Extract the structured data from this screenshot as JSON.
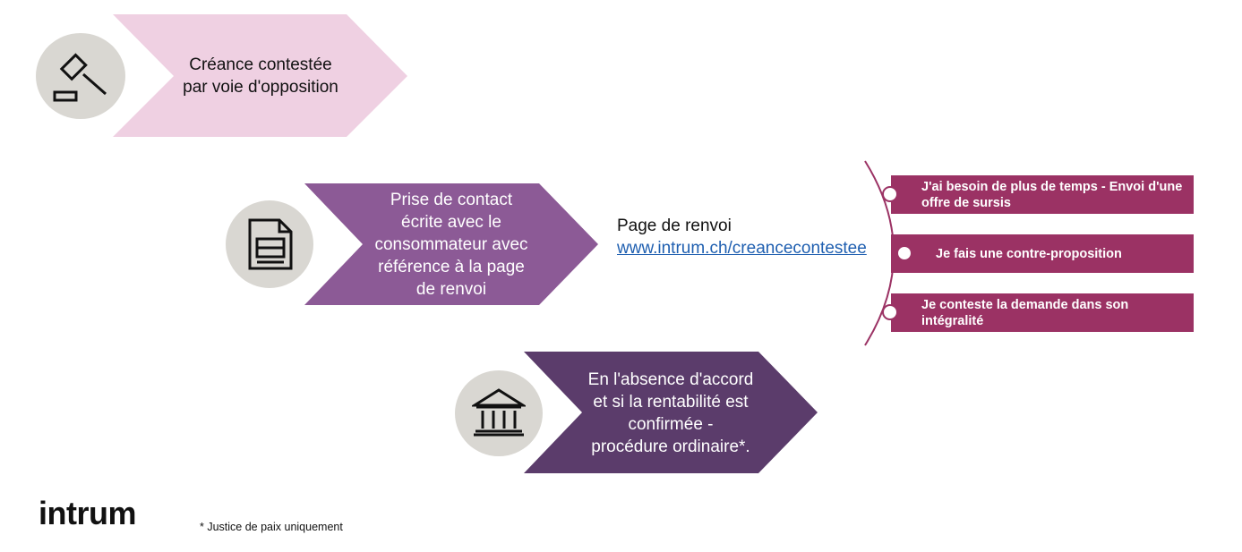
{
  "step1": {
    "text": "Créance contestée\npar voie d'opposition",
    "icon": "gavel-icon",
    "color": "#efd0e2"
  },
  "step2": {
    "text": "Prise de contact\nécrite avec le\nconsommateur avec\nréférence à la page\nde renvoi",
    "icon": "document-icon",
    "color": "#8c5a96"
  },
  "renvoi": {
    "label": "Page de renvoi",
    "link": "www.intrum.ch/creancecontestee"
  },
  "options": [
    {
      "label": "J'ai besoin de plus de temps - Envoi d'une offre de sursis"
    },
    {
      "label": "Je fais une contre-proposition"
    },
    {
      "label": "Je conteste la demande dans son intégralité"
    }
  ],
  "step3": {
    "text": "En l'absence d'accord\net si la rentabilité est\nconfirmée -\nprocédure ordinaire*.",
    "icon": "court-building-icon",
    "color": "#5b3c6b"
  },
  "footer": {
    "logo": "intrum",
    "note": "* Justice de paix uniquement"
  }
}
